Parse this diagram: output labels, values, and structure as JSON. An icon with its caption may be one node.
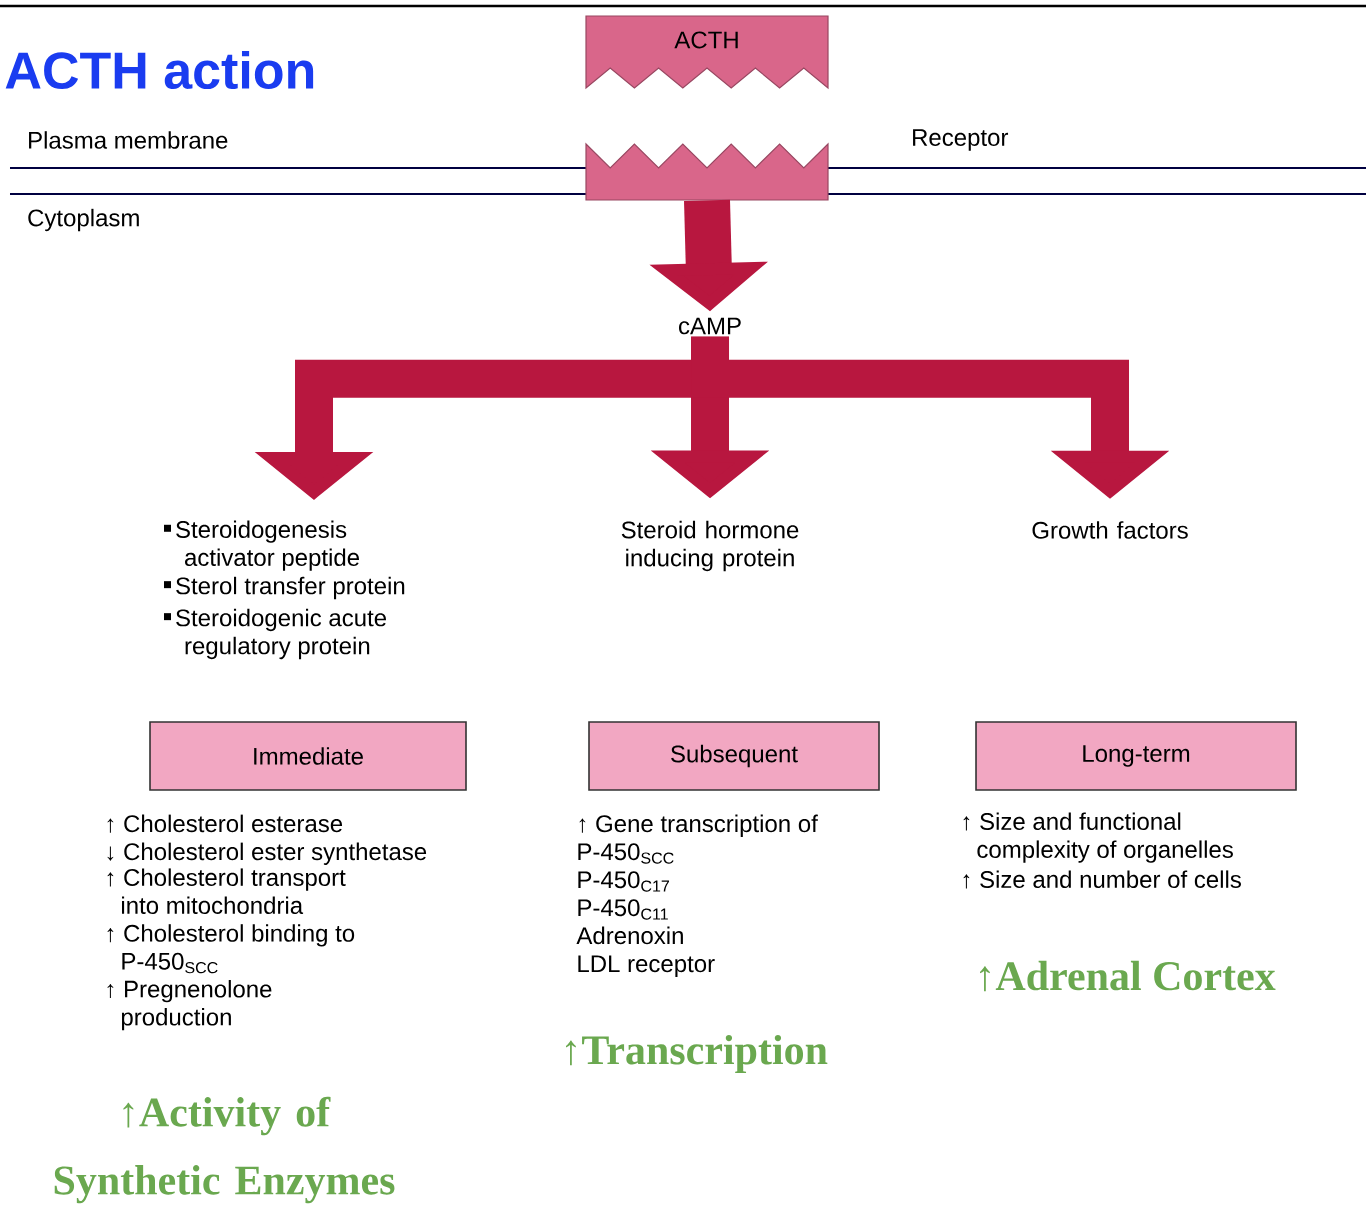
{
  "diagram": {
    "title": "ACTH action",
    "nodes": [
      {
        "text": [
          "ACTH"
        ]
      },
      {
        "text": [],
        "shape": "box",
        "beside": [
          "Receptor"
        ]
      },
      {
        "text": [
          "cAMP"
        ]
      },
      {
        "text": [
          "Steroidogenesis activator peptide",
          "Sterol transfer protein",
          "Steroidogenic acute regulatory protein"
        ]
      },
      {
        "text": [
          "Steroid hormone inducing protein"
        ]
      },
      {
        "text": [
          "Growth factors"
        ]
      },
      {
        "text": [
          "Immediate"
        ],
        "beside": [
          "↑ Cholesterol esterase",
          "↓ Cholesterol ester synthetase",
          "↑ Cholesterol transport into mitochondria",
          "↑ Cholesterol binding to P-450$_{SCC}$",
          "↑ Pregnenolone production"
        ]
      },
      {
        "text": [
          "Subsequent"
        ],
        "beside": [
          "↑ Gene transcription of",
          "P-450$_{SCC}$",
          "P-450$_{C17}$",
          "P-450$_{C11}$",
          "Adrenoxin",
          "LDL receptor"
        ]
      },
      {
        "text": [
          "Long-term"
        ],
        "beside": [
          "↑ Size and functional complexity of organelles",
          "↑ Size and number of cells"
        ]
      }
    ],
    "edges": [
      {
        "from": 1,
        "to": 2,
        "arrow": "to"
      },
      {
        "from": 2,
        "to": 3,
        "arrow": "to"
      },
      {
        "from": 2,
        "to": 4,
        "arrow": "to"
      },
      {
        "from": 2,
        "to": 5,
        "arrow": "to"
      }
    ],
    "labels": [
      "Plasma membrane",
      "Cytoplasm",
      "↑Adrenal Cortex",
      "↑Transcription",
      "↑Activity of Synthetic Enzymes"
    ]
  }
}
